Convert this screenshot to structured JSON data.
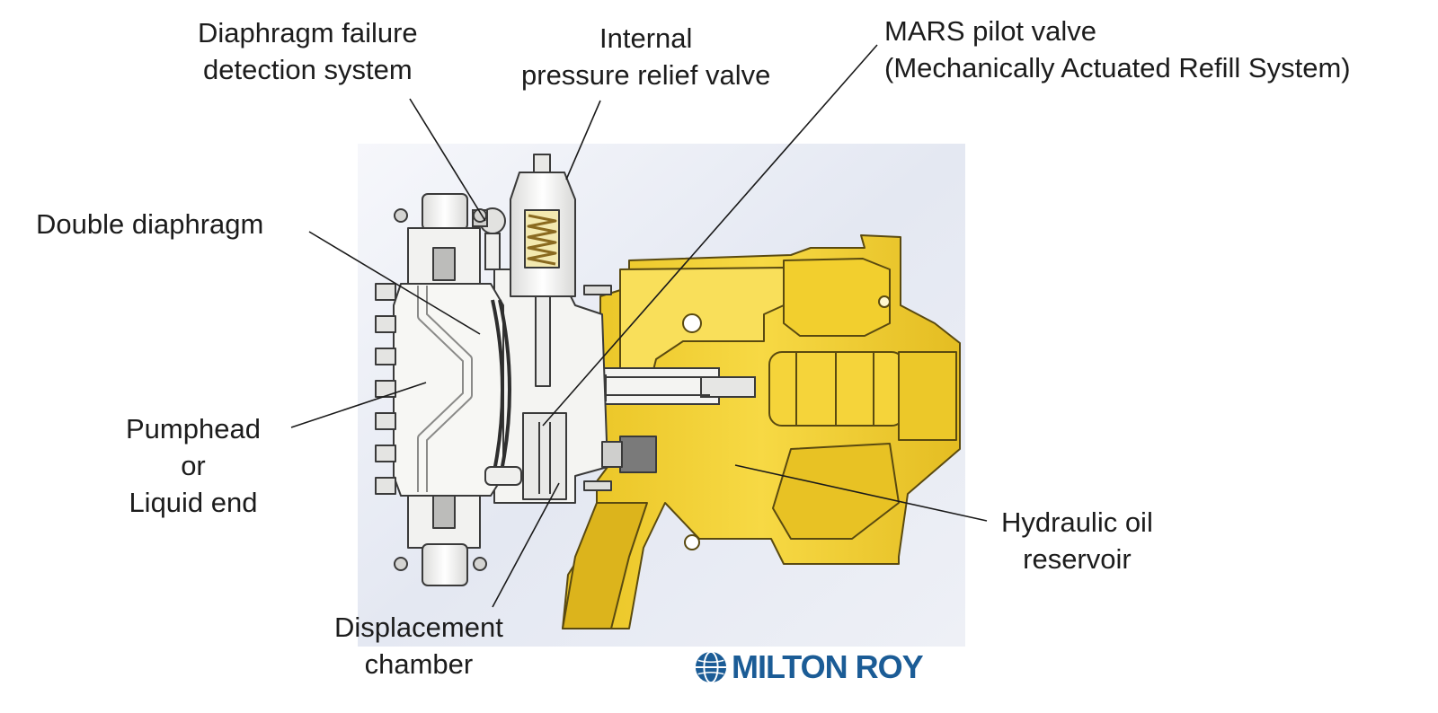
{
  "callouts": {
    "diaphragm_failure": [
      "Diaphragm failure",
      "detection system"
    ],
    "internal_relief": [
      "Internal",
      "pressure relief valve"
    ],
    "mars": [
      "MARS pilot valve",
      "(Mechanically Actuated Refill System)"
    ],
    "double_diaphragm": [
      "Double diaphragm"
    ],
    "pumphead": [
      "Pumphead",
      "or",
      "Liquid end"
    ],
    "displacement": [
      "Displacement",
      "chamber"
    ],
    "hydraulic": [
      "Hydraulic oil",
      "reservoir"
    ]
  },
  "logo": {
    "text": "MILTON ROY",
    "color": "#1b5c96"
  },
  "colors": {
    "housing_yellow": "#f2cf2e",
    "housing_shadow": "#c9a31a",
    "pumphead_white": "#f7f7f4",
    "outline": "#3a3a3a",
    "backdrop": "#e6e9f3",
    "spring_brown": "#8a6a20",
    "pilot_peach": "#f4c5a0"
  },
  "icons": {
    "logo_mark": "droplet-globe-icon"
  }
}
